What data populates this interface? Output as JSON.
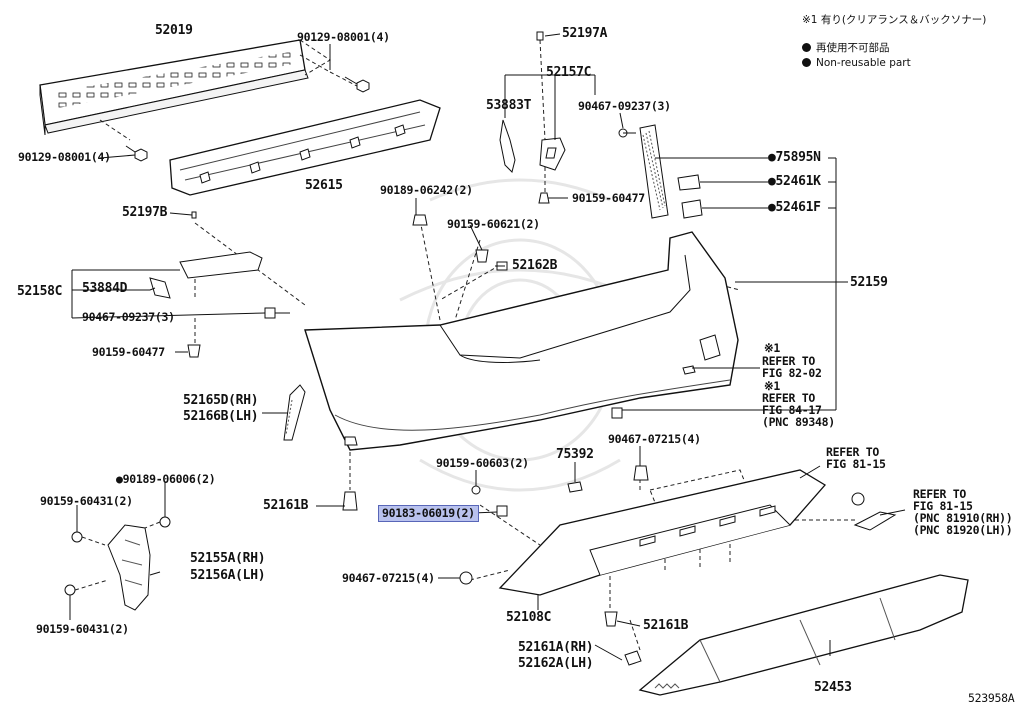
{
  "legend": {
    "note": "※1 有り(クリアランス＆バックソナー)",
    "items": [
      {
        "text": "再使用不可部品"
      },
      {
        "text": "Non-reusable part"
      }
    ]
  },
  "figure_id": "523958A",
  "highlight_color": "#b9c2ee",
  "parts": {
    "p52019": "52019",
    "p90129_08001_top": "90129-08001(4)",
    "p90129_08001_left": "90129-08001(4)",
    "p52615": "52615",
    "p52197A": "52197A",
    "p52157C": "52157C",
    "p53883T": "53883T",
    "p90467_09237_top": "90467-09237(3)",
    "p90159_60477_top": "90159-60477",
    "p75895N": "●75895N",
    "p52461K": "●52461K",
    "p52461F": "●52461F",
    "p52159": "52159",
    "p90189_06242": "90189-06242(2)",
    "p90159_60621": "90159-60621(2)",
    "p52162B": "52162B",
    "p52197B": "52197B",
    "p52158C": "52158C",
    "p53884D": "53884D",
    "p90467_09237_left": "90467-09237(3)",
    "p90159_60477_left": "90159-60477",
    "p52165D": "52165D(RH)",
    "p52166B": "52166B(LH)",
    "ref1_mark": "※1",
    "ref1_a": "REFER TO",
    "ref1_b": "FIG 82-02",
    "ref2_mark": "※1",
    "ref2_a": "REFER TO",
    "ref2_b": "FIG 84-17",
    "ref2_c": "(PNC 89348)",
    "p90467_07215_right": "90467-07215(4)",
    "ref3_a": "REFER TO",
    "ref3_b": "FIG 81-15",
    "ref4_a": "REFER TO",
    "ref4_b": "FIG 81-15",
    "ref4_c": "(PNC 81910(RH))",
    "ref4_d": "(PNC 81920(LH))",
    "p90189_06006": "●90189-06006(2)",
    "p90159_60431_top": "90159-60431(2)",
    "p52161B_left": "52161B",
    "p90159_60603": "90159-60603(2)",
    "p75392": "75392",
    "p90183_06019": "90183-06019(2)",
    "p52155A": "52155A(RH)",
    "p52156A": "52156A(LH)",
    "p90467_07215_left": "90467-07215(4)",
    "p90159_60431_bot": "90159-60431(2)",
    "p52108C": "52108C",
    "p52161B_right": "52161B",
    "p52161A": "52161A(RH)",
    "p52162A": "52162A(LH)",
    "p52453": "52453"
  }
}
